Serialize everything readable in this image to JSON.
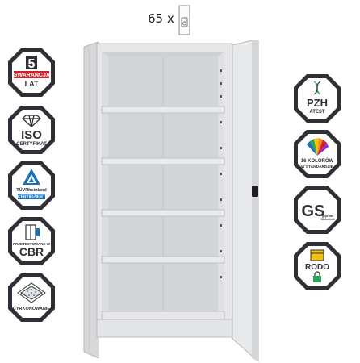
{
  "header": {
    "count": "65 x",
    "binder_icon": "binder-icon"
  },
  "badges_left": [
    {
      "id": "warranty",
      "number": "5",
      "ribbon": "GWARANCJA",
      "unit": "LAT",
      "icon": "warranty-icon"
    },
    {
      "id": "iso",
      "title": "ISO",
      "caption": "CERTYFIKAT",
      "icon": "diamond-icon"
    },
    {
      "id": "tuv",
      "line1": "TÜVRheinland",
      "line2": "CERTIFIZIERT",
      "icon": "tuv-triangle-icon"
    },
    {
      "id": "cbr",
      "small": "PRZETESTOWANE W",
      "title": "CBR",
      "icon": "cabinet-test-icon"
    },
    {
      "id": "cyrkon",
      "caption": "CYRKONOWANIE",
      "icon": "zirconium-icon"
    }
  ],
  "badges_right": [
    {
      "id": "pzh",
      "title": "PZH",
      "caption": "ATEST",
      "icon": "dna-icon"
    },
    {
      "id": "colors",
      "line1": "16 KOLORÓW",
      "line2": "W STANDARDZIE",
      "icon": "color-fan-icon"
    },
    {
      "id": "gs",
      "title": "GS",
      "line1": "geprüfte",
      "line2": "Sicherheit",
      "icon": "gs-icon"
    },
    {
      "id": "rodo",
      "title": "RODO",
      "icon": "lock-icon"
    }
  ],
  "colors": {
    "badge_dark": "#2f2f35",
    "badge_red": "#d42027",
    "cabinet": "#e4e5e7",
    "tuv_blue": "#1a6fb5"
  }
}
